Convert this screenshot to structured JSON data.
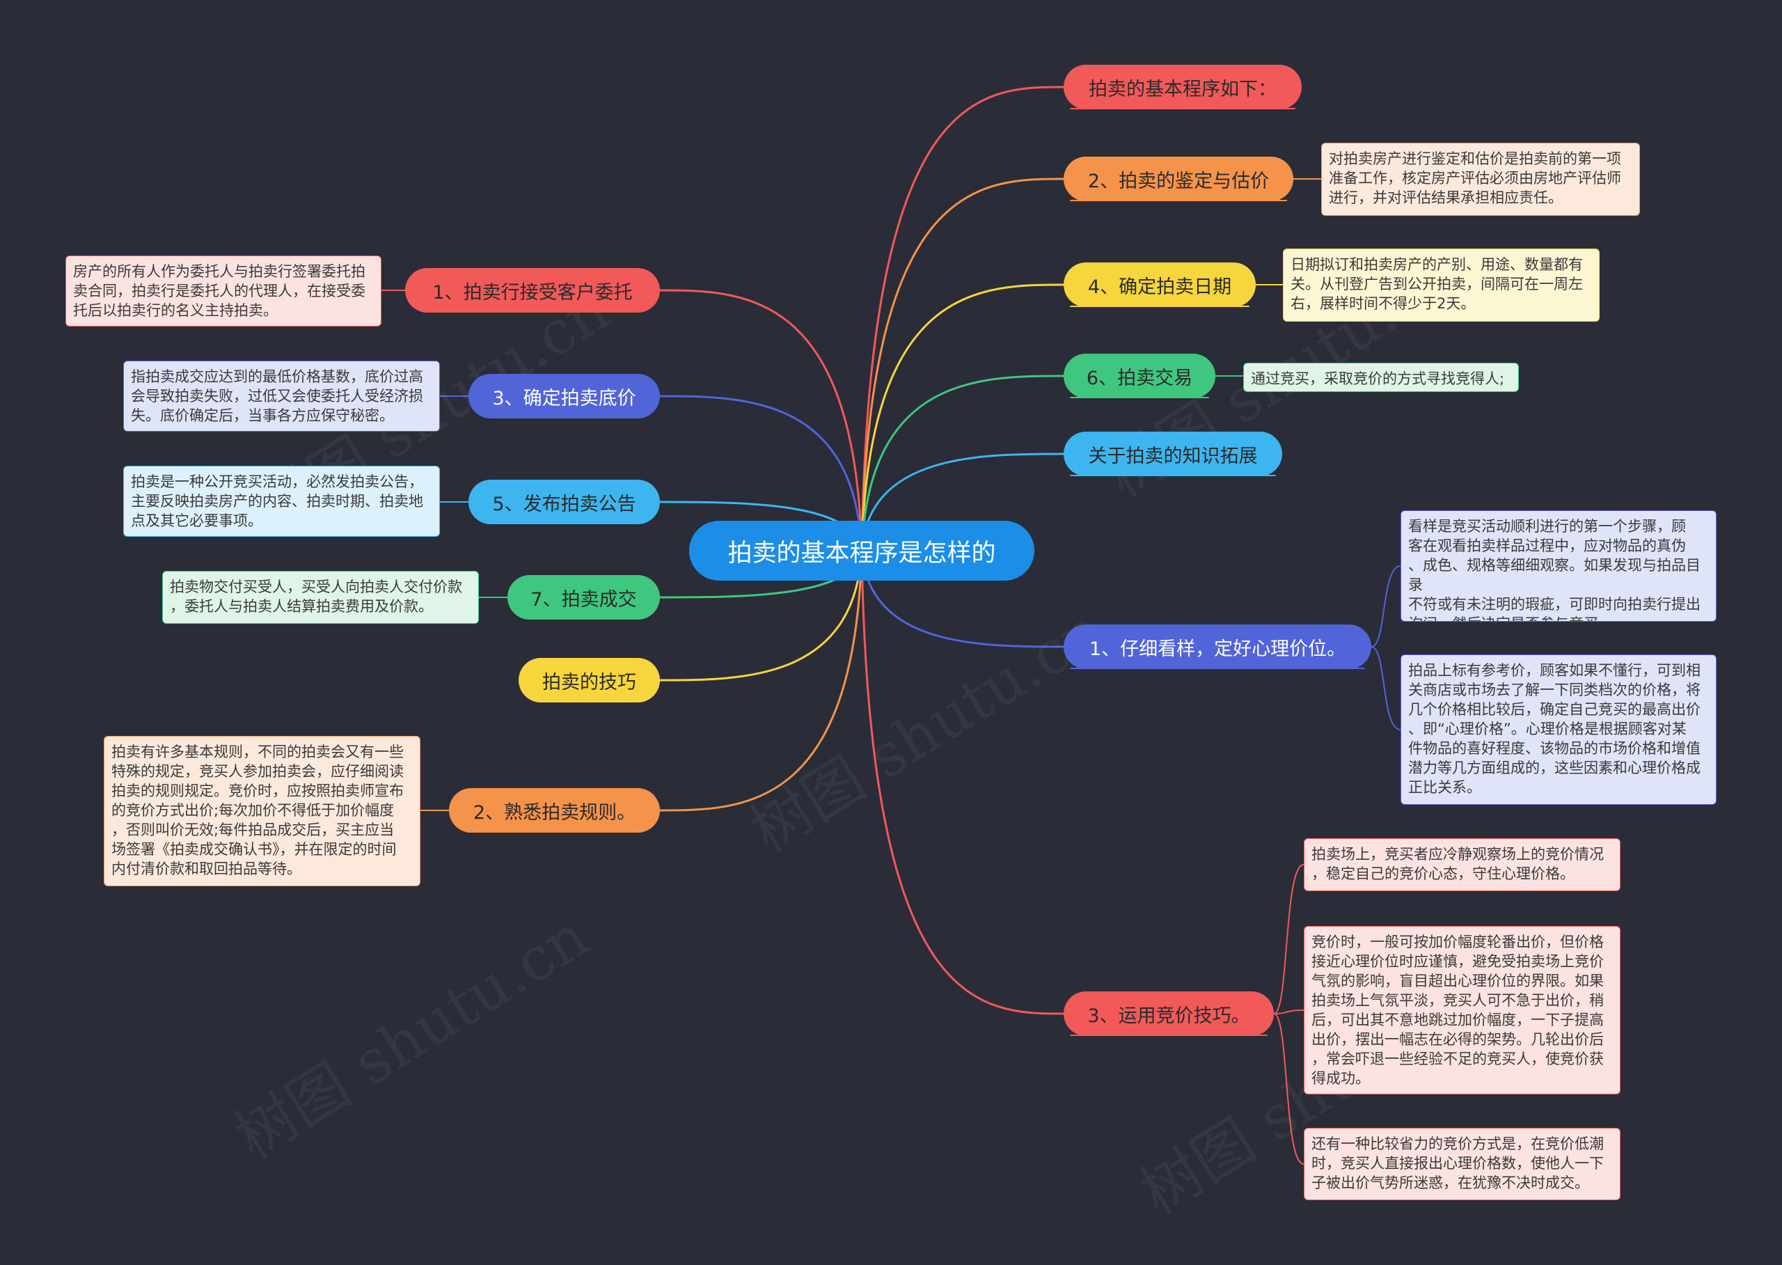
{
  "root": {
    "label": "拍卖的基本程序是怎样的",
    "color": "#1c8ee8"
  },
  "right_branches": [
    {
      "id": "r1",
      "label": "拍卖的基本程序如下：",
      "color": "#f25a5a",
      "text_color": "#2a2a2a"
    },
    {
      "id": "r2",
      "label": "2、拍卖的鉴定与估价",
      "color": "#f5934a",
      "text_color": "#2a2a2a"
    },
    {
      "id": "r3",
      "label": "4、确定拍卖日期",
      "color": "#f7d53c",
      "text_color": "#2a2a2a"
    },
    {
      "id": "r4",
      "label": "6、拍卖交易",
      "color": "#3fc77f",
      "text_color": "#2a2a2a"
    },
    {
      "id": "r5",
      "label": "关于拍卖的知识拓展",
      "color": "#3db5ef",
      "text_color": "#2a2a2a"
    },
    {
      "id": "r6",
      "label": "1、仔细看样，定好心理价位。",
      "color": "#5165d9",
      "text_color": "#ffffff"
    },
    {
      "id": "r7",
      "label": "3、运用竞价技巧。",
      "color": "#f25a5a",
      "text_color": "#2a2a2a"
    }
  ],
  "left_branches": [
    {
      "id": "l1",
      "label": "1、拍卖行接受客户委托",
      "color": "#f25a5a",
      "text_color": "#2a2a2a"
    },
    {
      "id": "l2",
      "label": "3、确定拍卖底价",
      "color": "#5165d9",
      "text_color": "#ffffff"
    },
    {
      "id": "l3",
      "label": "5、发布拍卖公告",
      "color": "#3db5ef",
      "text_color": "#2a2a2a"
    },
    {
      "id": "l4",
      "label": "7、拍卖成交",
      "color": "#3fc77f",
      "text_color": "#2a2a2a"
    },
    {
      "id": "l5",
      "label": "拍卖的技巧",
      "color": "#f7d53c",
      "text_color": "#2a2a2a"
    },
    {
      "id": "l6",
      "label": "2、熟悉拍卖规则。",
      "color": "#f5934a",
      "text_color": "#2a2a2a"
    }
  ],
  "notes": [
    {
      "id": "n_r2",
      "parent": "r2",
      "bg": "#fde9dc",
      "border": "#f5934a",
      "text": "对拍卖房产进行鉴定和估价是拍卖前的第一项\n准备工作，核定房产评估必须由房地产评估师\n进行，并对评估结果承担相应责任。"
    },
    {
      "id": "n_r3",
      "parent": "r3",
      "bg": "#fdf6d3",
      "border": "#f7d53c",
      "text": "日期拟订和拍卖房产的产别、用途、数量都有\n关。从刊登广告到公开拍卖，间隔可在一周左\n右，展样时间不得少于2天。"
    },
    {
      "id": "n_r4",
      "parent": "r4",
      "bg": "#dff5e8",
      "border": "#3fc77f",
      "text": "通过竞买，采取竞价的方式寻找竞得人;"
    },
    {
      "id": "n_r6a",
      "parent": "r6",
      "bg": "#e0e4f8",
      "border": "#5165d9",
      "text": "看样是竞买活动顺利进行的第一个步骤，顾\n客在观看拍卖样品过程中，应对物品的真伪\n、成色、规格等细细观察。如果发现与拍品目录\n不符或有未注明的瑕疵，可即时向拍卖行提出\n询问，然后决定是否参与竞买。"
    },
    {
      "id": "n_r6b",
      "parent": "r6",
      "bg": "#e0e4f8",
      "border": "#5165d9",
      "text": "拍品上标有参考价，顾客如果不懂行，可到相\n关商店或市场去了解一下同类档次的价格，将\n几个价格相比较后，确定自己竞买的最高出价\n、即“心理价格”。心理价格是根据顾客对某\n件物品的喜好程度、该物品的市场价格和增值\n潜力等几方面组成的，这些因素和心理价格成\n正比关系。"
    },
    {
      "id": "n_r7a",
      "parent": "r7",
      "bg": "#fde2e2",
      "border": "#f25a5a",
      "text": "拍卖场上，竞买者应冷静观察场上的竞价情况\n，稳定自己的竞价心态，守住心理价格。"
    },
    {
      "id": "n_r7b",
      "parent": "r7",
      "bg": "#fde2e2",
      "border": "#f25a5a",
      "text": "竞价时，一般可按加价幅度轮番出价，但价格\n接近心理价位时应谨慎，避免受拍卖场上竞价\n气氛的影响，盲目超出心理价位的界限。如果\n拍卖场上气氛平淡，竞买人可不急于出价，稍\n后，可出其不意地跳过加价幅度，一下子提高\n出价，摆出一幅志在必得的架势。几轮出价后\n，常会吓退一些经验不足的竞买人，使竞价获\n得成功。"
    },
    {
      "id": "n_r7c",
      "parent": "r7",
      "bg": "#fde2e2",
      "border": "#f25a5a",
      "text": "还有一种比较省力的竞价方式是，在竞价低潮\n时，竞买人直接报出心理价格数，使他人一下\n子被出价气势所迷惑，在犹豫不决时成交。"
    },
    {
      "id": "n_l1",
      "parent": "l1",
      "bg": "#fde2e2",
      "border": "#f25a5a",
      "text": "房产的所有人作为委托人与拍卖行签署委托拍\n卖合同，拍卖行是委托人的代理人，在接受委\n托后以拍卖行的名义主持拍卖。"
    },
    {
      "id": "n_l2",
      "parent": "l2",
      "bg": "#e0e4f8",
      "border": "#5165d9",
      "text": "指拍卖成交应达到的最低价格基数，底价过高\n会导致拍卖失败，过低又会使委托人受经济损\n失。底价确定后，当事各方应保守秘密。"
    },
    {
      "id": "n_l3",
      "parent": "l3",
      "bg": "#dcf1fc",
      "border": "#3db5ef",
      "text": "拍卖是一种公开竞买活动，必然发拍卖公告，\n主要反映拍卖房产的内容、拍卖时期、拍卖地\n点及其它必要事项。"
    },
    {
      "id": "n_l4",
      "parent": "l4",
      "bg": "#dff5e8",
      "border": "#3fc77f",
      "text": "拍卖物交付买受人，买受人向拍卖人交付价款\n，委托人与拍卖人结算拍卖费用及价款。"
    },
    {
      "id": "n_l6",
      "parent": "l6",
      "bg": "#fde9dc",
      "border": "#f5934a",
      "text": "拍卖有许多基本规则，不同的拍卖会又有一些\n特殊的规定，竞买人参加拍卖会，应仔细阅读\n拍卖的规则规定。竞价时，应按照拍卖师宣布\n的竞价方式出价;每次加价不得低于加价幅度\n，否则叫价无效;每件拍品成交后，买主应当\n场签署《拍卖成交确认书》，并在限定的时间\n内付清价款和取回拍品等待。"
    }
  ],
  "watermarks": [
    "树图 shutu.cn",
    "树图 shutu.cn",
    "树图 shutu.cn",
    "树图 shutu.cn",
    "树图 shutu.cn"
  ]
}
